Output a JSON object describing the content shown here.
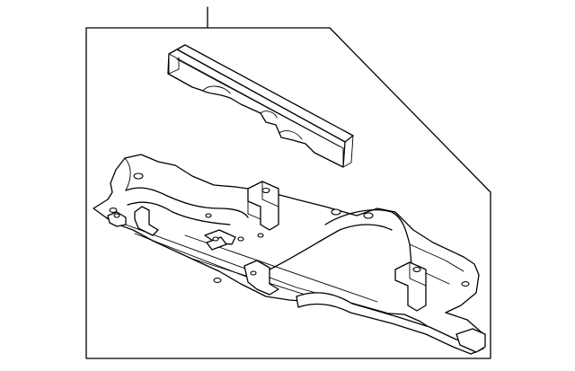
{
  "diagram": {
    "kind": "parts-exploded-view",
    "callout_count": 1,
    "parts": [
      {
        "name": "reinforcement-bracket"
      },
      {
        "name": "under-cover-plate"
      }
    ]
  }
}
